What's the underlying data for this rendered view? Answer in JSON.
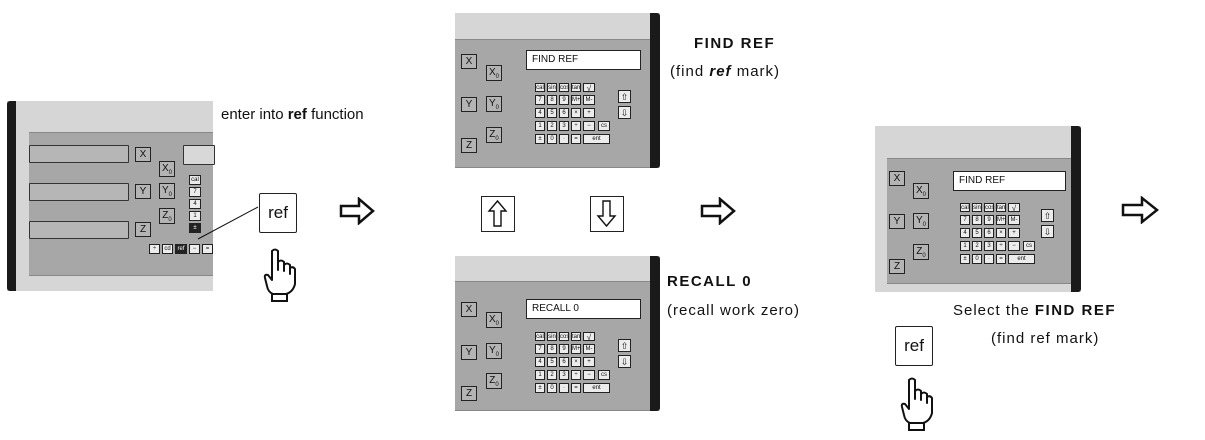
{
  "intro_label": {
    "prefix": "enter into ",
    "bold": "ref",
    "suffix": " function"
  },
  "ref_key": "ref",
  "find_ref": {
    "title": "FIND REF",
    "paren_open": "(find ",
    "paren_bold": "ref",
    "paren_close": " mark)"
  },
  "recall": {
    "title": "RECALL 0",
    "paren": "(recall work zero)"
  },
  "select_caption": {
    "prefix": "Select the ",
    "bold": "FIND REF",
    "paren": "(find ref mark)"
  },
  "lcd_top": "FIND REF",
  "lcd_bottom": "RECALL 0",
  "lcd_right": "FIND REF",
  "axes": [
    "X",
    "Y",
    "Z"
  ],
  "zero_keys": [
    "X",
    "Y",
    "Z"
  ],
  "zero_sub": "0",
  "keypad": {
    "row1": [
      "cal",
      "sin",
      "cos",
      "tan"
    ],
    "row2": [
      "7",
      "8",
      "9",
      "M+",
      "M-"
    ],
    "row3": [
      "4",
      "5",
      "6",
      "×",
      "+"
    ],
    "row4": [
      "1",
      "2",
      "3",
      "÷",
      "−",
      "cs"
    ],
    "row5": [
      "±",
      "0",
      "·",
      "=",
      "ent"
    ]
  },
  "left_device_side_keys": [
    "cal",
    "7",
    "4",
    "1",
    "±"
  ],
  "left_device_bottom_keys": [
    "÷",
    "cd",
    "ref",
    "−",
    "="
  ]
}
